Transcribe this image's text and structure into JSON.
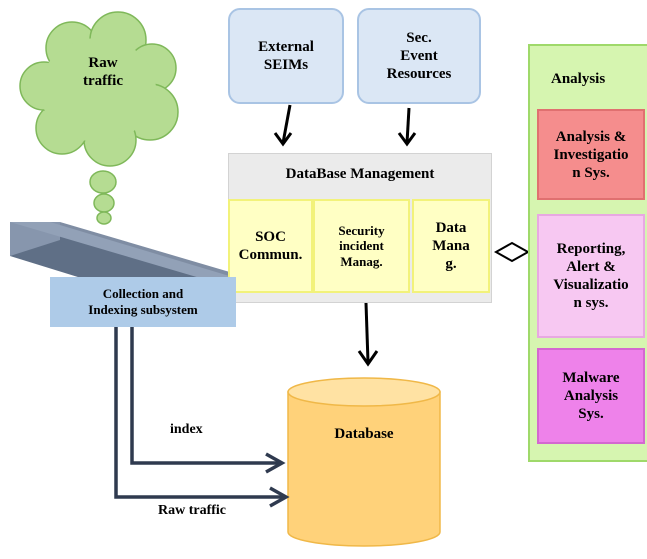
{
  "cloud": {
    "label": "Raw\ntraffic"
  },
  "sources": {
    "external_seims": "External\nSEIMs",
    "sec_event_resources": "Sec.\nEvent\nResources"
  },
  "db_management": {
    "title": "DataBase Management",
    "modules": {
      "soc": "SOC\nCommun.",
      "security": "Security\nincident\nManag.",
      "data": "Data\nMana\ng."
    }
  },
  "collection": {
    "label": "Collection and\nIndexing subsystem"
  },
  "database": {
    "label": "Database"
  },
  "edges": {
    "index": "index",
    "raw_traffic": "Raw traffic"
  },
  "analysis": {
    "title": "Analysis",
    "boxes": {
      "investigation": "Analysis &\nInvestigatio\nn Sys.",
      "reporting": "Reporting,\nAlert &\nVisualizatio\nn sys.",
      "malware": "Malware\nAnalysis\nSys."
    }
  },
  "colors": {
    "cloud": "#b5dc92",
    "source_box": "#dbe7f5",
    "db_management": "#ebebeb",
    "module": "#ffffc4",
    "database": "#ffd27a",
    "analysis_panel": "#d6f5b0",
    "investigation": "#f58d8d",
    "reporting": "#f7c8f2",
    "malware": "#ee82ea",
    "collection_box": "#aecbe8",
    "arrow": "#2f3a4f"
  }
}
